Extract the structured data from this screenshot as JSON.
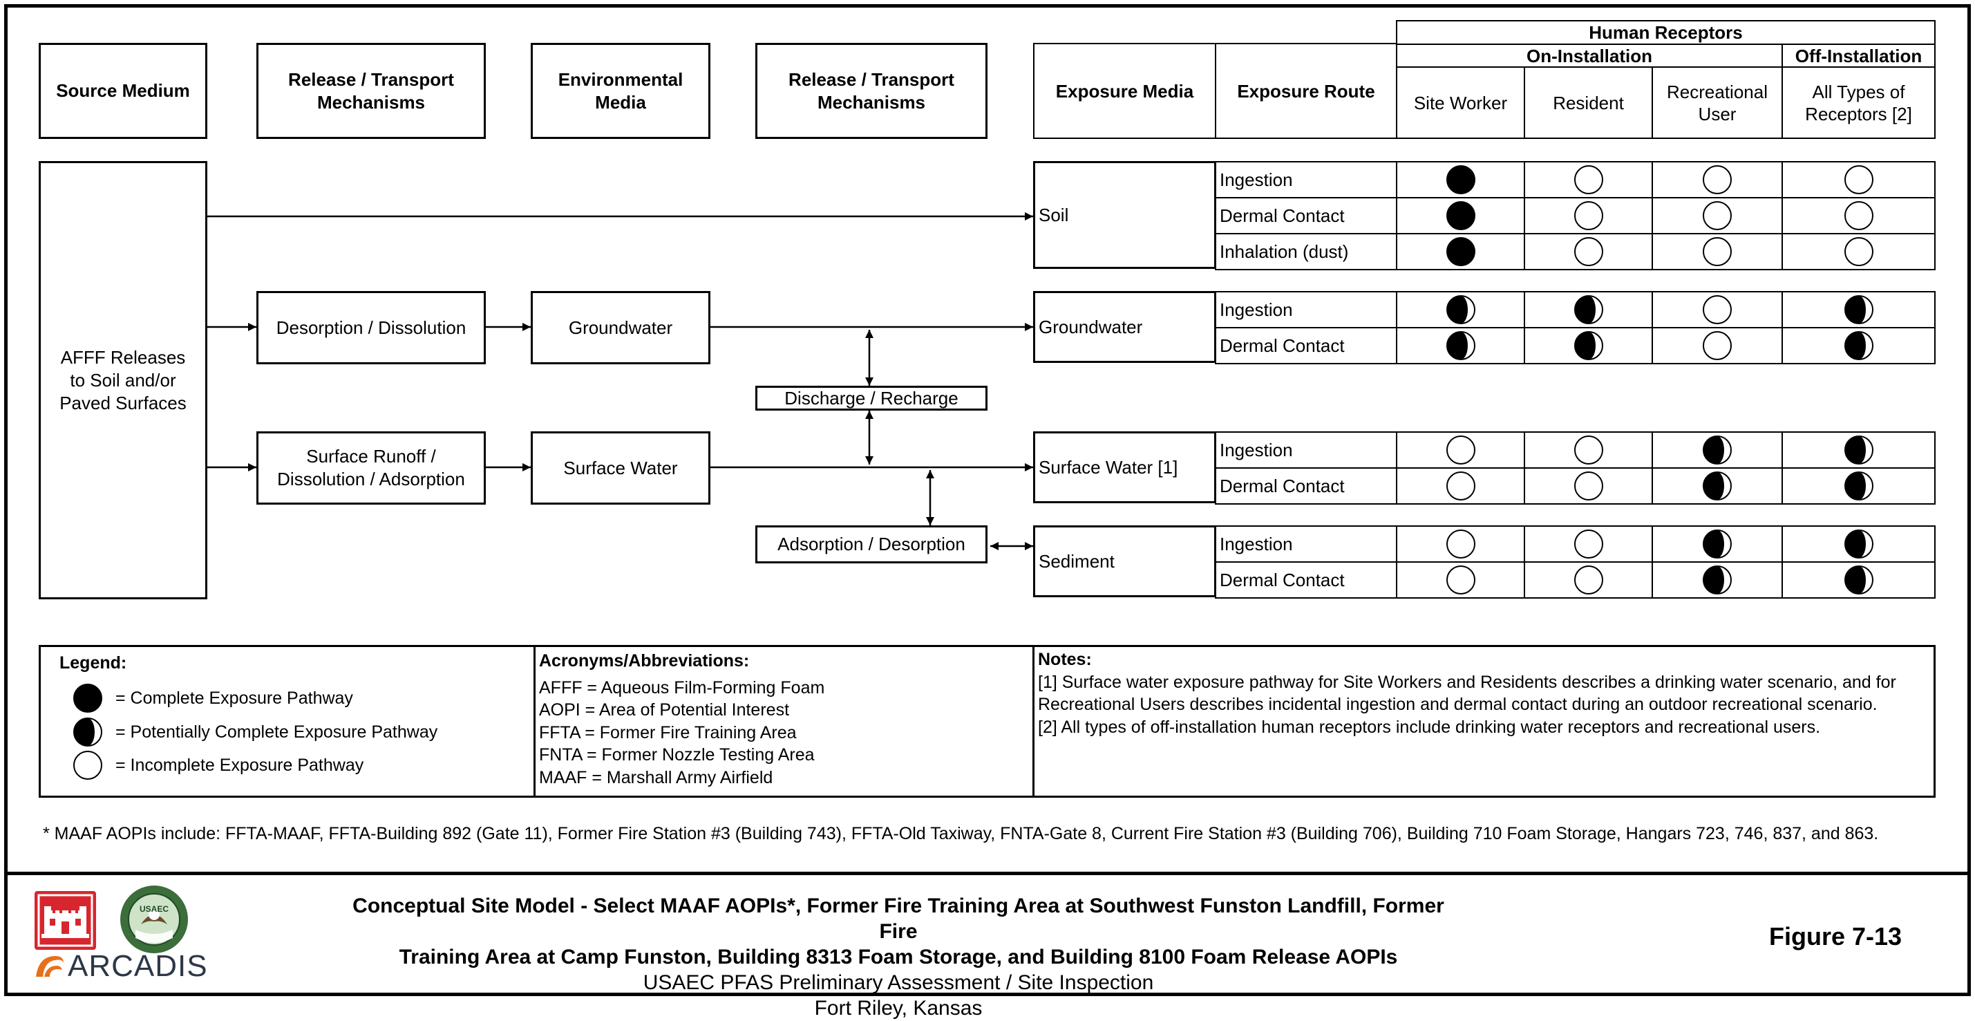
{
  "headers": {
    "source_medium": "Source Medium",
    "release_transport_1": "Release / Transport Mechanisms",
    "environmental_media": "Environmental Media",
    "release_transport_2": "Release / Transport Mechanisms",
    "exposure_media": "Exposure Media",
    "exposure_route": "Exposure Route",
    "human_receptors": "Human Receptors",
    "on_installation": "On-Installation",
    "off_installation": "Off-Installation",
    "receptors": [
      "Site Worker",
      "Resident",
      "Recreational User",
      "All Types of Receptors [2]"
    ]
  },
  "source": "AFFF Releases to Soil and/or Paved Surfaces",
  "mechanisms": {
    "desorption": "Desorption / Dissolution",
    "runoff": "Surface Runoff / Dissolution / Adsorption",
    "groundwater_env": "Groundwater",
    "surface_water_env": "Surface Water",
    "discharge": "Discharge / Recharge",
    "adsorption": "Adsorption / Desorption"
  },
  "exposure_groups": [
    {
      "media": "Soil",
      "routes": [
        {
          "route": "Ingestion",
          "status": [
            "complete",
            "incomplete",
            "incomplete",
            "incomplete"
          ]
        },
        {
          "route": "Dermal Contact",
          "status": [
            "complete",
            "incomplete",
            "incomplete",
            "incomplete"
          ]
        },
        {
          "route": "Inhalation (dust)",
          "status": [
            "complete",
            "incomplete",
            "incomplete",
            "incomplete"
          ]
        }
      ]
    },
    {
      "media": "Groundwater",
      "routes": [
        {
          "route": "Ingestion",
          "status": [
            "potential",
            "potential",
            "incomplete",
            "potential"
          ]
        },
        {
          "route": "Dermal Contact",
          "status": [
            "potential",
            "potential",
            "incomplete",
            "potential"
          ]
        }
      ]
    },
    {
      "media": "Surface Water [1]",
      "routes": [
        {
          "route": "Ingestion",
          "status": [
            "incomplete",
            "incomplete",
            "potential",
            "potential"
          ]
        },
        {
          "route": "Dermal Contact",
          "status": [
            "incomplete",
            "incomplete",
            "potential",
            "potential"
          ]
        }
      ]
    },
    {
      "media": "Sediment",
      "routes": [
        {
          "route": "Ingestion",
          "status": [
            "incomplete",
            "incomplete",
            "potential",
            "potential"
          ]
        },
        {
          "route": "Dermal Contact",
          "status": [
            "incomplete",
            "incomplete",
            "potential",
            "potential"
          ]
        }
      ]
    }
  ],
  "legend": {
    "title": "Legend:",
    "complete": "= Complete Exposure Pathway",
    "potential": "= Potentially Complete Exposure Pathway",
    "incomplete": "= Incomplete Exposure Pathway"
  },
  "acronyms": {
    "title": "Acronyms/Abbreviations:",
    "items": [
      "AFFF = Aqueous Film-Forming Foam",
      "AOPI = Area of Potential Interest",
      "FFTA = Former Fire Training Area",
      "FNTA = Former Nozzle Testing Area",
      "MAAF = Marshall Army Airfield"
    ]
  },
  "notes": {
    "title": "Notes:",
    "items": [
      "[1] Surface water exposure pathway for Site Workers and Residents describes a drinking water scenario, and for Recreational Users describes incidental ingestion and dermal contact during an outdoor recreational scenario.",
      "[2] All types of off-installation human receptors include drinking water receptors and recreational users."
    ]
  },
  "footnote": "* MAAF AOPIs include: FFTA-MAAF, FFTA-Building 892 (Gate 11), Former Fire Station #3 (Building 743), FFTA-Old Taxiway, FNTA-Gate 8, Current Fire Station #3 (Building 706), Building 710 Foam Storage, Hangars 723, 746, 837, and 863.",
  "footer": {
    "title_line1": "Conceptual Site Model - Select MAAF AOPIs*, Former Fire Training Area at Southwest Funston Landfill, Former Fire",
    "title_line2": "Training Area at Camp Funston, Building 8313 Foam Storage, and Building 8100 Foam Release AOPIs",
    "subtitle": "USAEC PFAS Preliminary Assessment / Site Inspection",
    "location": "Fort Riley, Kansas",
    "figure": "Figure 7-13",
    "arcadis_logo": "ARCADIS",
    "usaec_seal": "USAEC"
  }
}
